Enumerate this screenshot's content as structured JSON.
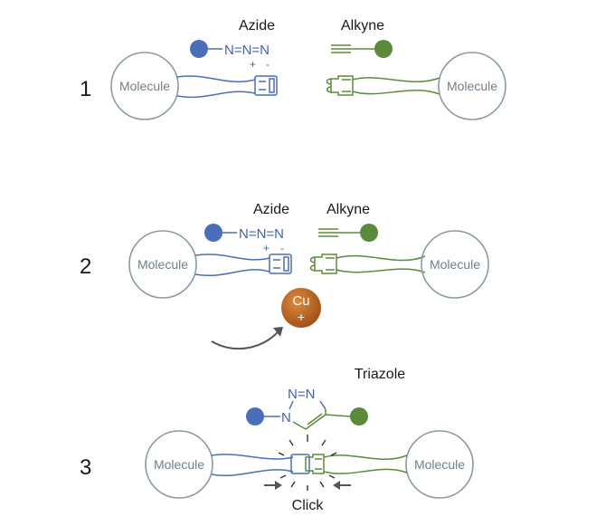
{
  "steps": [
    {
      "number": "1",
      "left_molecule": "Molecule",
      "right_molecule": "Molecule",
      "azide_label": "Azide",
      "alkyne_label": "Alkyne",
      "azide_formula": "N=N=N",
      "charge_plus": "+",
      "charge_minus": "-"
    },
    {
      "number": "2",
      "left_molecule": "Molecule",
      "right_molecule": "Molecule",
      "azide_label": "Azide",
      "alkyne_label": "Alkyne",
      "azide_formula": "N=N=N",
      "charge_plus": "+",
      "charge_minus": "-",
      "catalyst_symbol": "Cu",
      "catalyst_charge": "+"
    },
    {
      "number": "3",
      "left_molecule": "Molecule",
      "right_molecule": "Molecule",
      "product_label": "Triazole",
      "ring_n_top": "N=N",
      "ring_n_left": "N",
      "click_label": "Click"
    }
  ],
  "colors": {
    "azide": "#4a6fb8",
    "alkyne": "#5b8a3a",
    "molecule_outline": "#8a9aa4",
    "copper": "#b3611b",
    "arrow": "#555555"
  }
}
